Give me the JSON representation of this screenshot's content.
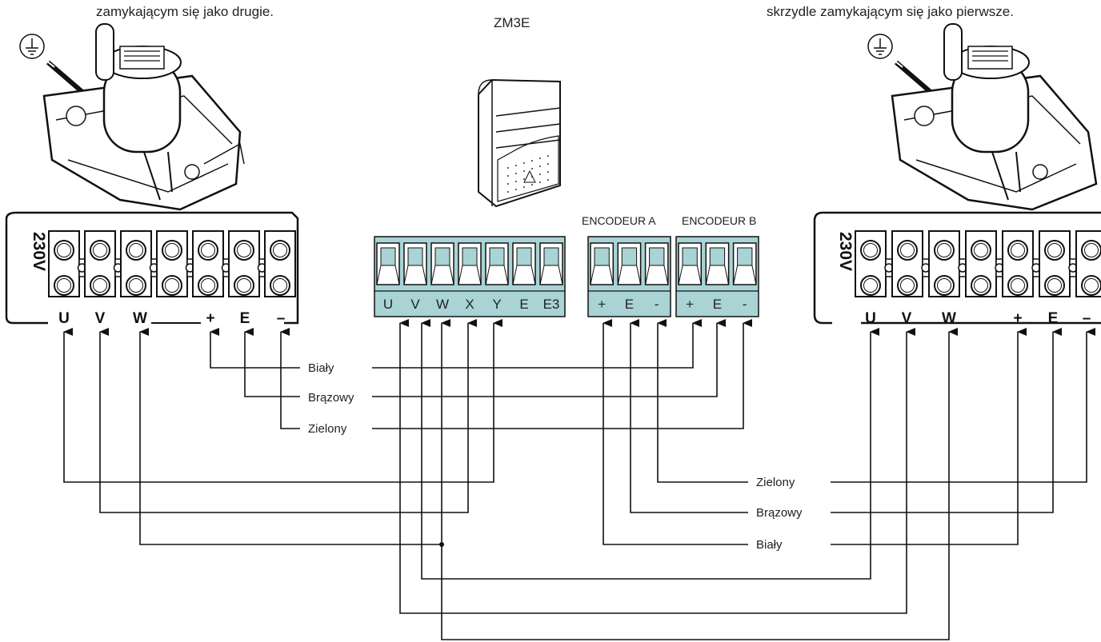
{
  "captions": {
    "left": "zamykającym się jako drugie.",
    "center": "ZM3E",
    "right": "skrzydle zamykającym się jako pierwsze."
  },
  "motor_blocks": {
    "voltage": "230V",
    "terminals": [
      "U",
      "V",
      "W",
      "+",
      "E",
      "–"
    ]
  },
  "controller": {
    "main_terminals": [
      "U",
      "V",
      "W",
      "X",
      "Y",
      "E",
      "E3"
    ],
    "encoder_a": {
      "title": "ENCODEUR A",
      "terminals": [
        "+",
        "E",
        "-"
      ]
    },
    "encoder_b": {
      "title": "ENCODEUR B",
      "terminals": [
        "+",
        "E",
        "-"
      ]
    },
    "terminal_color": "#a9d3d4"
  },
  "wire_labels": {
    "left": [
      "Biały",
      "Brązowy",
      "Zielony"
    ],
    "right": [
      "Zielony",
      "Brązowy",
      "Biały"
    ]
  },
  "icons": [
    "earth-ground-icon",
    "screwdriver-icon",
    "gate-motor-icon",
    "control-box-icon"
  ]
}
